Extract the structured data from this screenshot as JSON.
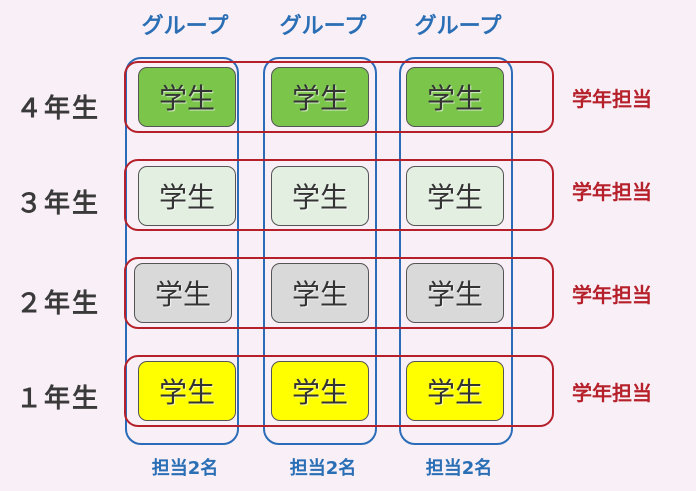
{
  "groups": [
    {
      "header": "グループ",
      "footer": "担当2名"
    },
    {
      "header": "グループ",
      "footer": "担当2名"
    },
    {
      "header": "グループ",
      "footer": "担当2名"
    }
  ],
  "grades": [
    {
      "label": "４年生",
      "teacher": "学年担当",
      "student": "学生",
      "color": "#7bc54b"
    },
    {
      "label": "３年生",
      "teacher": "学年担当",
      "student": "学生",
      "color": "#e3efe1"
    },
    {
      "label": "２年生",
      "teacher": "学年担当",
      "student": "学生",
      "color": "#d9d9d9"
    },
    {
      "label": "１年生",
      "teacher": "学年担当",
      "student": "学生",
      "color": "#ffff00"
    }
  ],
  "colors": {
    "group_border": "#2b6cb8",
    "grade_border": "#b5202a",
    "background": "#f9eff7"
  }
}
